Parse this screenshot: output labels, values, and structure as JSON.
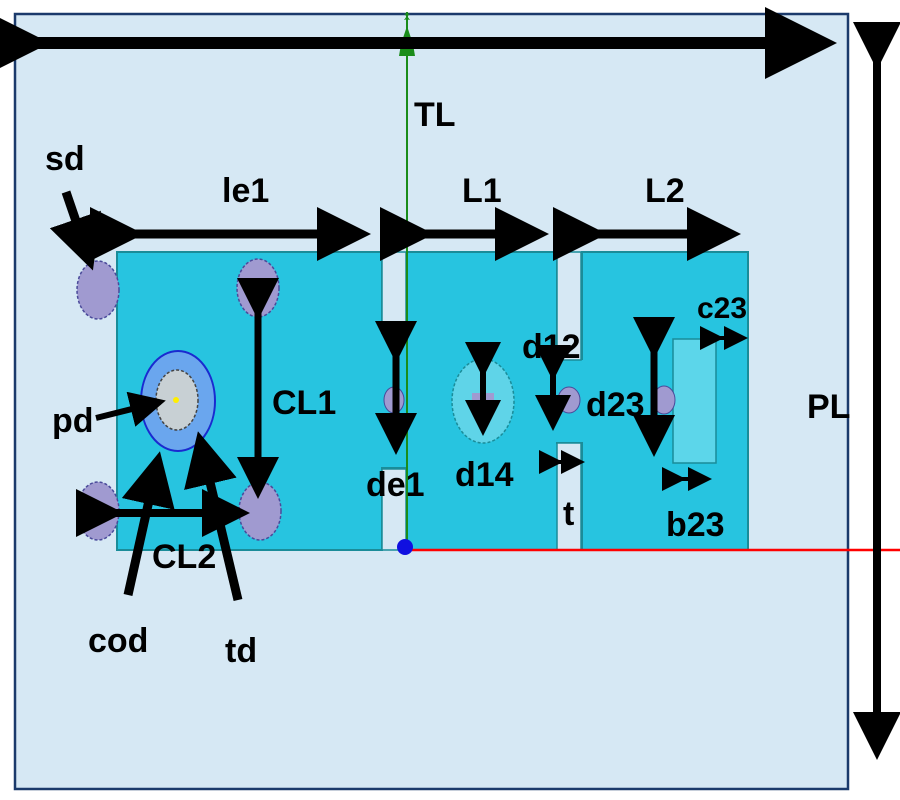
{
  "diagram": {
    "type": "antenna-layout",
    "colors": {
      "substrate": "#d6e8f4",
      "substrate_border": "#1b3a6b",
      "patch": "#27c4e0",
      "patch_border": "#1a8c99",
      "slot": "#d6e8f4",
      "via": "#a09ad0",
      "via_border": "#4a4a9a",
      "coax_outer": "#6aa6ee",
      "coax_outer_border": "#1a2ad0",
      "coax_inner": "#c8d0d4",
      "pin": "#ffee00",
      "d14_ring": "#5fd4e8",
      "stub_rect": "#5cd6ea",
      "arrow": "#000000",
      "axis_x": "#ff0000",
      "axis_y": "#1a8c1a",
      "origin": "#1010e0"
    },
    "labels": {
      "TL": "TL",
      "PL": "PL",
      "le1": "le1",
      "L1": "L1",
      "L2": "L2",
      "sd": "sd",
      "CL1": "CL1",
      "CL2": "CL2",
      "pd": "pd",
      "cod": "cod",
      "td": "td",
      "de1": "de1",
      "d14": "d14",
      "d12": "d12",
      "d23": "d23",
      "c23": "c23",
      "b23": "b23",
      "t": "t",
      "axis_marker": "x"
    }
  }
}
